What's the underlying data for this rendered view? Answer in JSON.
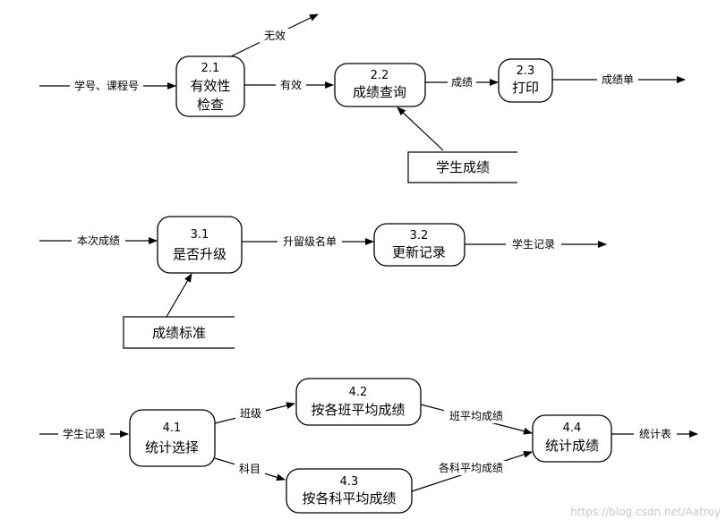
{
  "diagrams": {
    "validity": {
      "process_2_1": {
        "id": "2.1",
        "line1": "有效性",
        "line2": "检查"
      },
      "process_2_2": {
        "id": "2.2",
        "name": "成绩查询"
      },
      "process_2_3": {
        "id": "2.3",
        "name": "打印"
      },
      "store_scores": "学生成绩",
      "flow_input": "学号、课程号",
      "flow_invalid": "无效",
      "flow_valid": "有效",
      "flow_score": "成绩",
      "flow_output": "成绩单"
    },
    "promotion": {
      "process_3_1": {
        "id": "3.1",
        "name": "是否升级"
      },
      "process_3_2": {
        "id": "3.2",
        "name": "更新记录"
      },
      "store_standard": "成绩标准",
      "flow_input": "本次成绩",
      "flow_list": "升留级名单",
      "flow_output": "学生记录"
    },
    "statistics": {
      "process_4_1": {
        "id": "4.1",
        "name": "统计选择"
      },
      "process_4_2": {
        "id": "4.2",
        "name": "按各班平均成绩"
      },
      "process_4_3": {
        "id": "4.3",
        "name": "按各科平均成绩"
      },
      "process_4_4": {
        "id": "4.4",
        "name": "统计成绩"
      },
      "flow_input": "学生记录",
      "flow_class": "班级",
      "flow_subject": "科目",
      "flow_class_avg": "班平均成绩",
      "flow_subject_avg": "各科平均成绩",
      "flow_output": "统计表"
    }
  },
  "watermark": "https://blog.csdn.net/Aatroy"
}
